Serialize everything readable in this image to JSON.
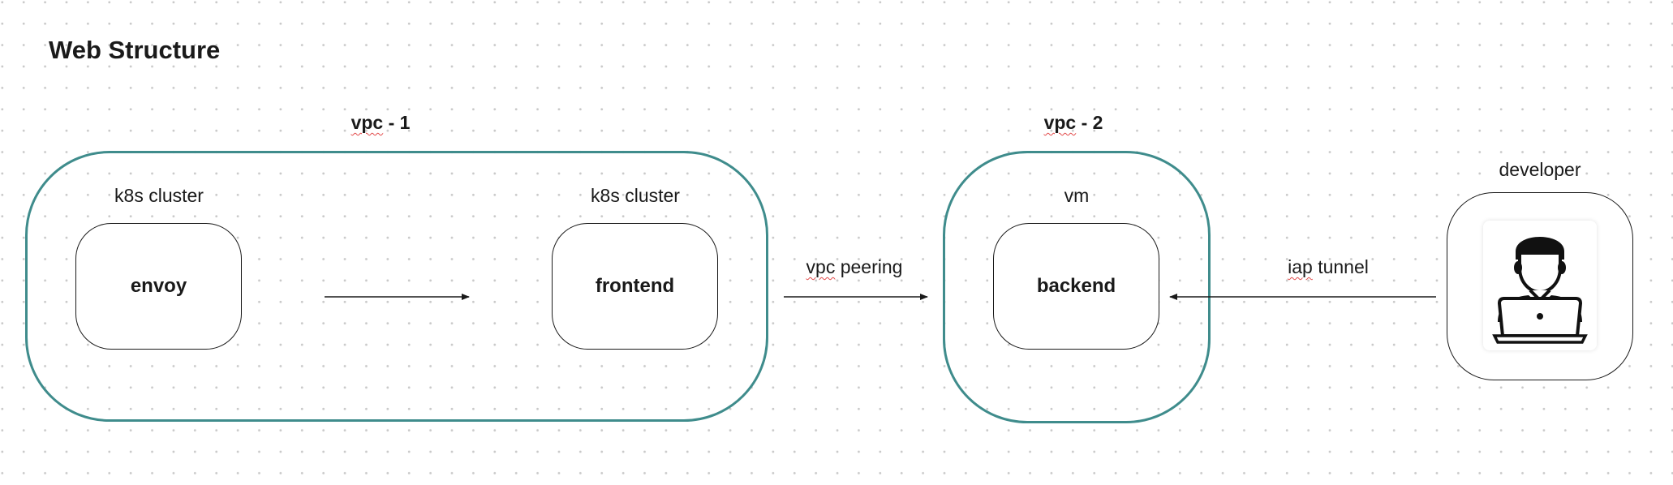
{
  "title": "Web Structure",
  "groups": {
    "vpc1": {
      "label_squiggle": "vpc",
      "label_rest": " - 1"
    },
    "vpc2": {
      "label_squiggle": "vpc",
      "label_rest": " - 2"
    }
  },
  "nodes": {
    "envoy": {
      "caption": "k8s cluster",
      "label": "envoy"
    },
    "frontend": {
      "caption": "k8s cluster",
      "label": "frontend"
    },
    "backend": {
      "caption": "vm",
      "label": "backend"
    },
    "developer": {
      "caption": "developer",
      "icon": "developer-laptop-icon"
    }
  },
  "edges": {
    "vpc_peering": {
      "label_squiggle": "vpc",
      "label_rest": " peering"
    },
    "iap_tunnel": {
      "label_squiggle": "iap",
      "label_rest": " tunnel"
    }
  },
  "colors": {
    "group_border": "#3f8c8c",
    "node_border": "#1a1a1a",
    "spellcheck": "#e24a4a"
  }
}
